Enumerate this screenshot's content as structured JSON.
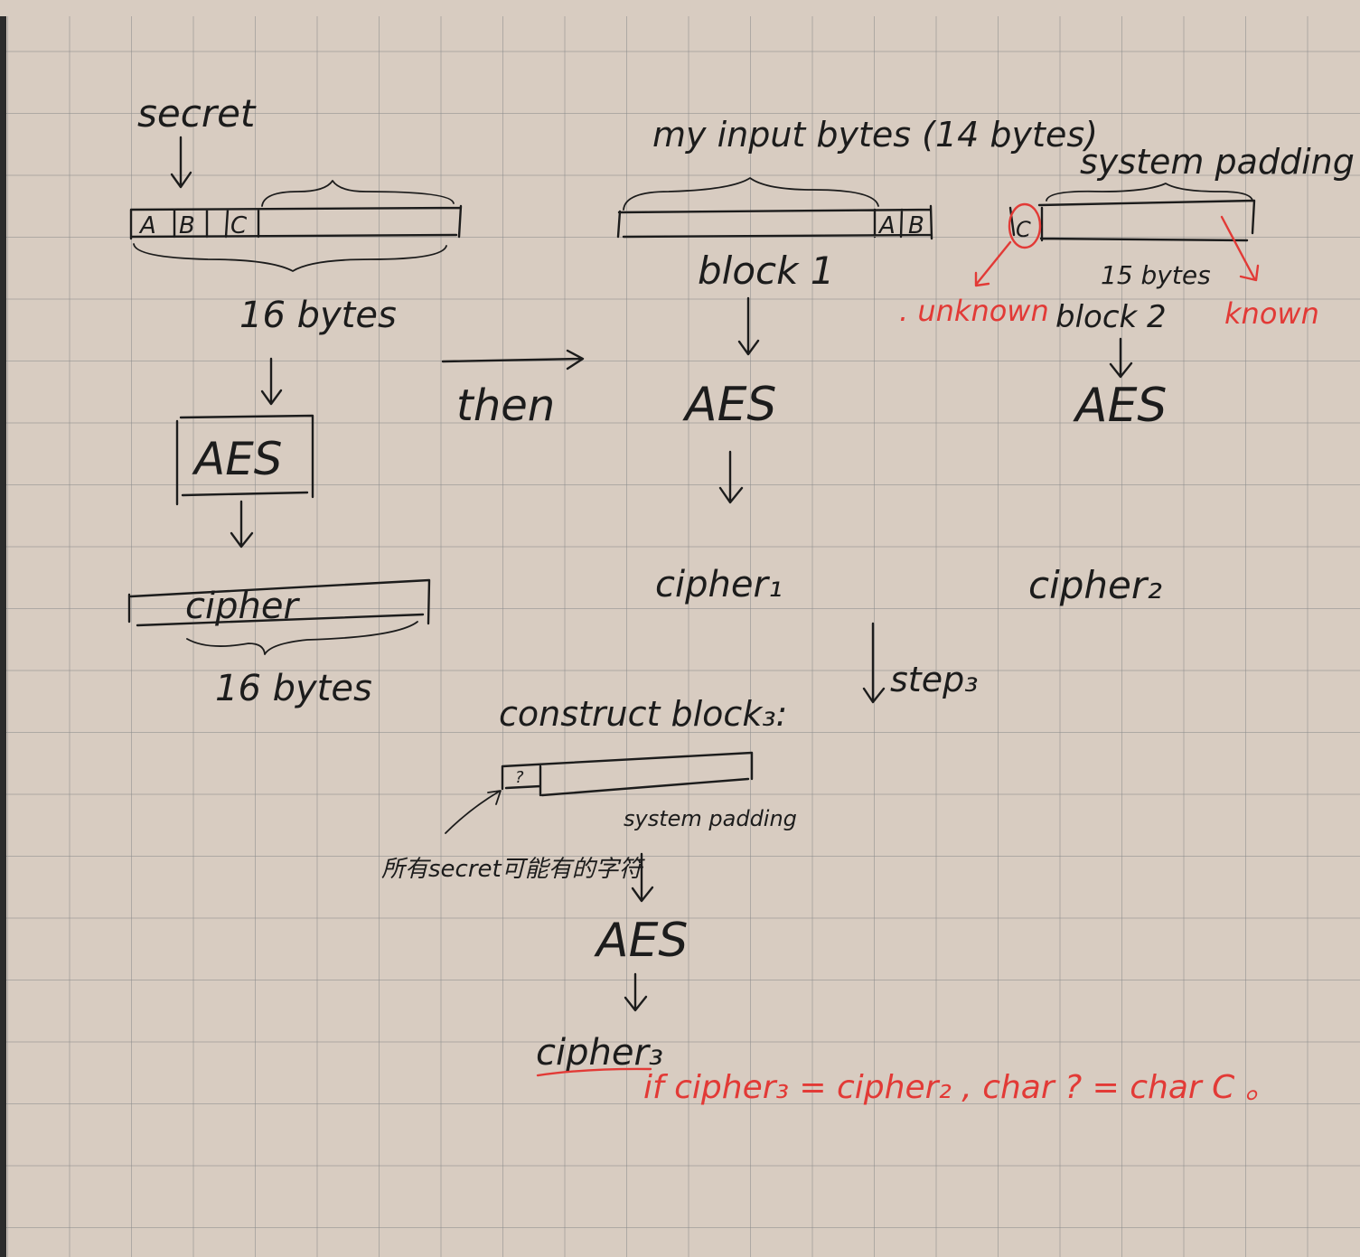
{
  "labels": {
    "secret": "secret",
    "cell_a": "A",
    "cell_b": "B",
    "cell_c": "C",
    "left_16bytes": "16 bytes",
    "left_aes": "AES",
    "left_cipher": "cipher",
    "left_cipher_16bytes": "16 bytes",
    "then": "then",
    "my_input": "my input bytes (14 bytes)",
    "block1_a": "A",
    "block1_b": "B",
    "block1": "block 1",
    "mid_aes": "AES",
    "cipher1": "cipher₁",
    "system_padding_top": "system padding",
    "block2_c": "C",
    "fifteen_bytes": "15 bytes",
    "block2": "block 2",
    "unknown": ". unknown",
    "known": "known",
    "right_aes": "AES",
    "cipher2": "cipher₂",
    "step3": "step₃",
    "construct": "construct block₃:",
    "q": "?",
    "system_padding_bottom": "system padding",
    "all_secret_chars": "所有secret可能有的字符",
    "bottom_aes": "AES",
    "cipher3": "cipher₃",
    "conclusion": "if cipher₃ = cipher₂ , char ? = char C 。"
  },
  "colors": {
    "paper": "#d8ccc1",
    "grid": "#8c8c8c",
    "ink": "#1c1c1c",
    "red_ink": "#e23a36"
  }
}
